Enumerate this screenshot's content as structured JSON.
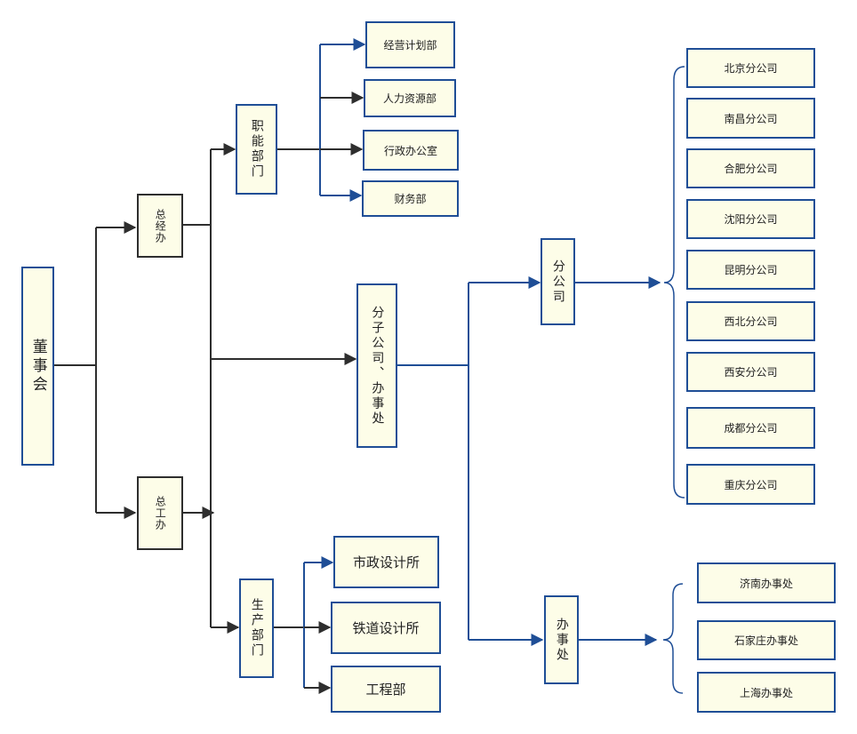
{
  "root": "董事会",
  "general_office": "总经办",
  "engineering_office": "总工办",
  "functional_dept": {
    "label": "职能部门",
    "children": [
      "经营计划部",
      "人力资源部",
      "行政办公室",
      "财务部"
    ]
  },
  "branch_offices": "分子公司、办事处",
  "branches": {
    "label": "分公司",
    "children": [
      "北京分公司",
      "南昌分公司",
      "合肥分公司",
      "沈阳分公司",
      "昆明分公司",
      "西北分公司",
      "西安分公司",
      "成都分公司",
      "重庆分公司"
    ]
  },
  "offices": {
    "label": "办事处",
    "children": [
      "济南办事处",
      "石家庄办事处",
      "上海办事处"
    ]
  },
  "production_dept": {
    "label": "生产部门",
    "children": [
      "市政设计所",
      "铁道设计所",
      "工程部"
    ]
  },
  "colors": {
    "dark_line": "#2e2e2e",
    "blue_line": "#1f4e96",
    "box_fill": "#fdfde8"
  }
}
